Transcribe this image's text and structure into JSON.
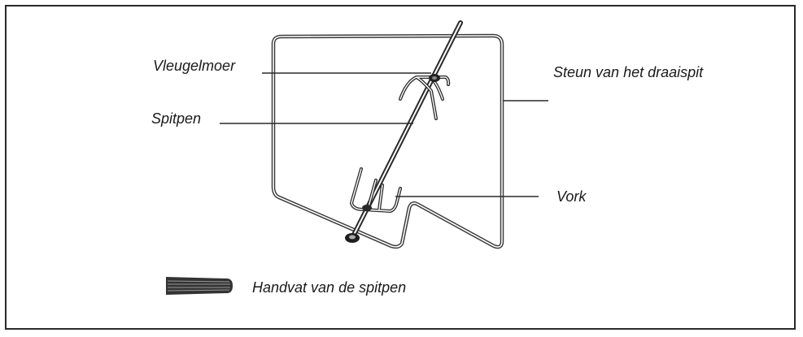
{
  "labels": {
    "wing_nut": "Vleugelmoer",
    "spit_rod": "Spitpen",
    "spit_support": "Steun van het draaispit",
    "fork": "Vork",
    "spit_handle": "Handvat van de spitpen"
  },
  "colors": {
    "line": "#2a2a2a",
    "frame_wire": "#3a3a3a",
    "handle": "#333333"
  }
}
